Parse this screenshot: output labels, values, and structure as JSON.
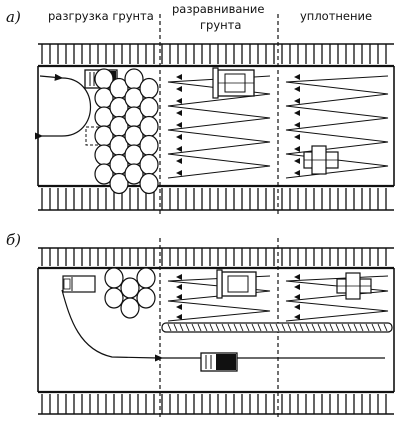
{
  "panels": [
    {
      "label": "а)",
      "zones": [
        {
          "label_lines": [
            "разгрузка грунта"
          ]
        },
        {
          "label_lines": [
            "разравнивание",
            "грунта"
          ]
        },
        {
          "label_lines": [
            "уплотнение"
          ]
        }
      ]
    },
    {
      "label": "б)",
      "zones": []
    }
  ]
}
